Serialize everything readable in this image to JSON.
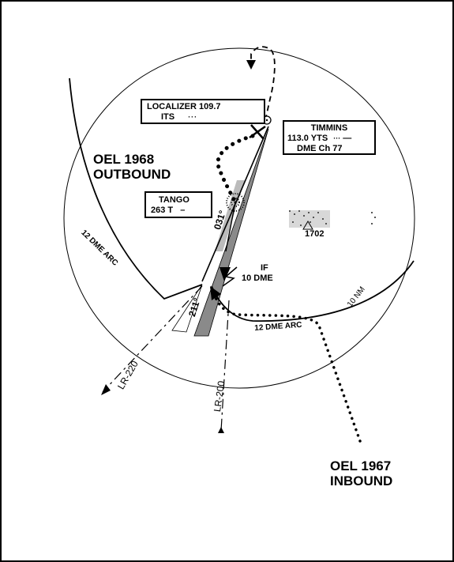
{
  "localizer_box": {
    "line1": "LOCALIZER 109.7",
    "line2": "ITS"
  },
  "timmins_box": {
    "line1": "TIMMINS",
    "line2": "113.0 YTS",
    "line3": "DME  Ch 77"
  },
  "tango_box": {
    "line1": "TANGO",
    "line2": "263 T"
  },
  "outbound_label": {
    "line1": "OEL 1968",
    "line2": "OUTBOUND"
  },
  "inbound_label": {
    "line1": "OEL 1967",
    "line2": "INBOUND"
  },
  "if_label": {
    "line1": "IF",
    "line2": "10 DME"
  },
  "radials": {
    "course_031": "031°",
    "course_211": "211°",
    "lr220": "LR-220",
    "lr200": "LR-200"
  },
  "arcs": {
    "arc_left": "12 DME ARC",
    "arc_bottom": "12 DME ARC",
    "range_ring": "10 NM"
  },
  "elevation": "1702",
  "colors": {
    "ink": "#000000",
    "paper": "#ffffff",
    "shade": "#8a8a8a"
  }
}
